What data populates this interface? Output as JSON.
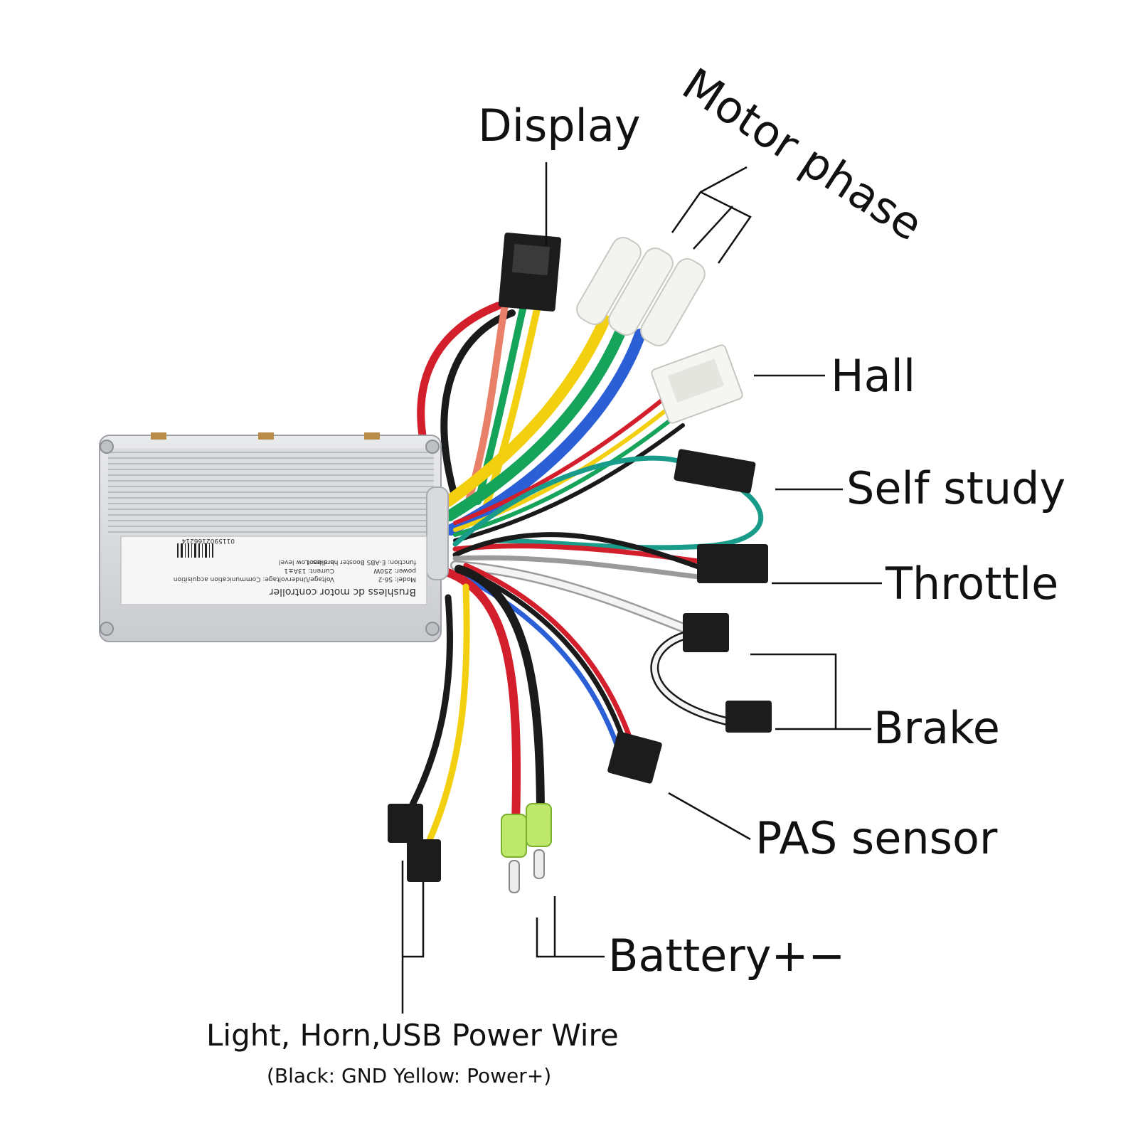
{
  "labels": {
    "display": "Display",
    "motor_phase": "Motor phase",
    "hall": "Hall",
    "self_study": "Self study",
    "throttle": "Throttle",
    "brake": "Brake",
    "pas_sensor": "PAS sensor",
    "battery": "Battery+−",
    "light_horn_usb": "Light, Horn,USB Power Wire",
    "light_note": "(Black: GND Yellow: Power+)"
  },
  "controller_plate": {
    "title": "Brushless dc motor controller",
    "model": "Model:  S6-2",
    "power": "power:  250W",
    "function": "function:  E-ABS   Booster  hard boot",
    "voltage": "Voltage/Undervoltage:  Communication acquisition",
    "current": "Current:  13A±1",
    "brakes": "brakes:  Low level",
    "barcode_number": "0115902166214"
  },
  "wire_colors": {
    "red": "#d21f2b",
    "black": "#1a1a1a",
    "yellow": "#f2d00f",
    "green": "#16a35a",
    "blue": "#2a5fd6",
    "white": "#f4f4f4",
    "teal": "#1a9c8a",
    "orange": "#e8806a",
    "housing": "#d9dadd"
  }
}
